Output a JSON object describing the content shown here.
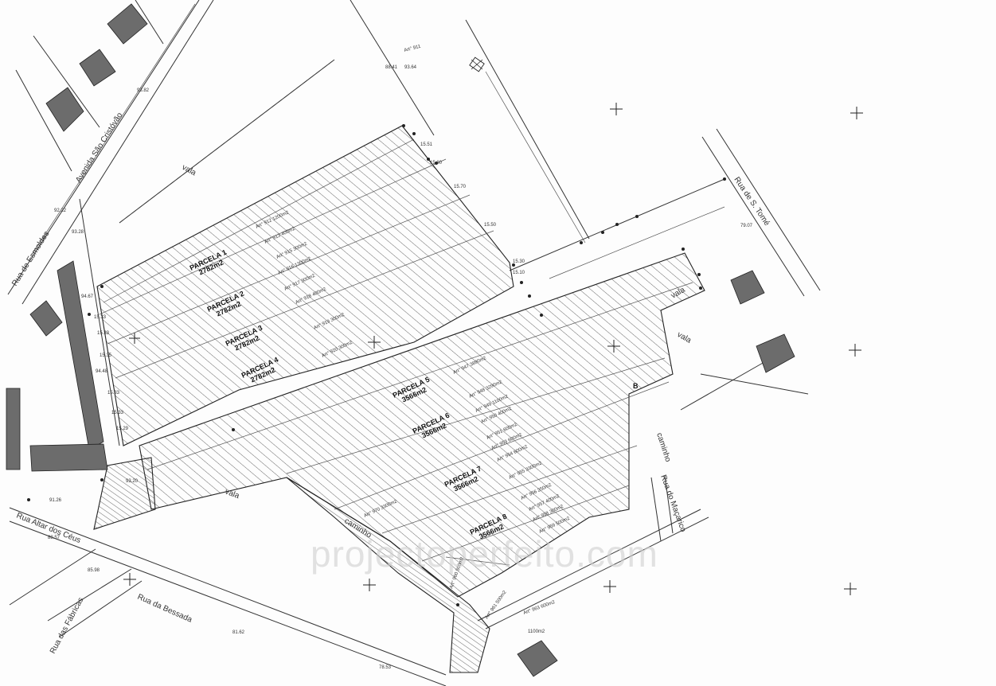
{
  "streets": {
    "avenida": "Avenida São Cristóvão",
    "esmoldes": "Rua de Esmoldes",
    "s_tome": "Rua de S. Tomé",
    "altar_ceus": "Rua Altar dos Céus",
    "fabricas": "Rua das Fábricas",
    "bessada": "Rua da Bessada",
    "macarico": "Rua do Maçarico"
  },
  "parcels": [
    {
      "name": "PARCELA 1",
      "area": "2782m2"
    },
    {
      "name": "PARCELA 2",
      "area": "2782m2"
    },
    {
      "name": "PARCELA 3",
      "area": "2782m2"
    },
    {
      "name": "PARCELA 4",
      "area": "2782m2"
    },
    {
      "name": "PARCELA 5",
      "area": "3566m2"
    },
    {
      "name": "PARCELA 6",
      "area": "3566m2"
    },
    {
      "name": "PARCELA 7",
      "area": "3566m2"
    },
    {
      "name": "PARCELA 8",
      "area": "3566m2"
    }
  ],
  "articles": [
    "Art° 911",
    "Art° 912 1200m2",
    "Art° 913 400m2",
    "Art° 915 300m2",
    "Art° 916 1300m2",
    "Art° 917 300m2",
    "Art° 918 400m2",
    "Art° 919 300m2",
    "Art° 920 300m2",
    "Art° 947 3890m2",
    "Art° 948 3290m2",
    "Art° 949 1100m2",
    "Art° 950 400m2",
    "Art° 951 600m2",
    "Art° 953 600m2",
    "Art° 954 600m2",
    "Art° 955 3300m2",
    "Art° 956 250m2",
    "Art° 957 400m2",
    "Art° 958 300m2",
    "Art° 959 500m2",
    "Art° 960 500m2",
    "Art° 961 500m2",
    "Art° 963 600m2",
    "Art° 970 3300m2",
    "1100m2"
  ],
  "elevations": [
    "88.41",
    "93.64",
    "93.82",
    "92.22",
    "93.28",
    "94.67",
    "15.33",
    "15.33",
    "94.48",
    "15.35",
    "15.33",
    "15.33",
    "15.29",
    "93.20",
    "91.26",
    "88.57",
    "85.98",
    "81.62",
    "78.53",
    "15.51",
    "15.80",
    "15.70",
    "15.50",
    "15.30",
    "15.10",
    "79.07"
  ],
  "labels": {
    "vala": "vala",
    "caminho": "caminho",
    "b": "B"
  },
  "watermark": "projectoperfeito.com",
  "colors": {
    "paper": "#fdfdfd",
    "lines": "#333333",
    "buildings": "#6c6c6c",
    "hatch": "#444444"
  }
}
